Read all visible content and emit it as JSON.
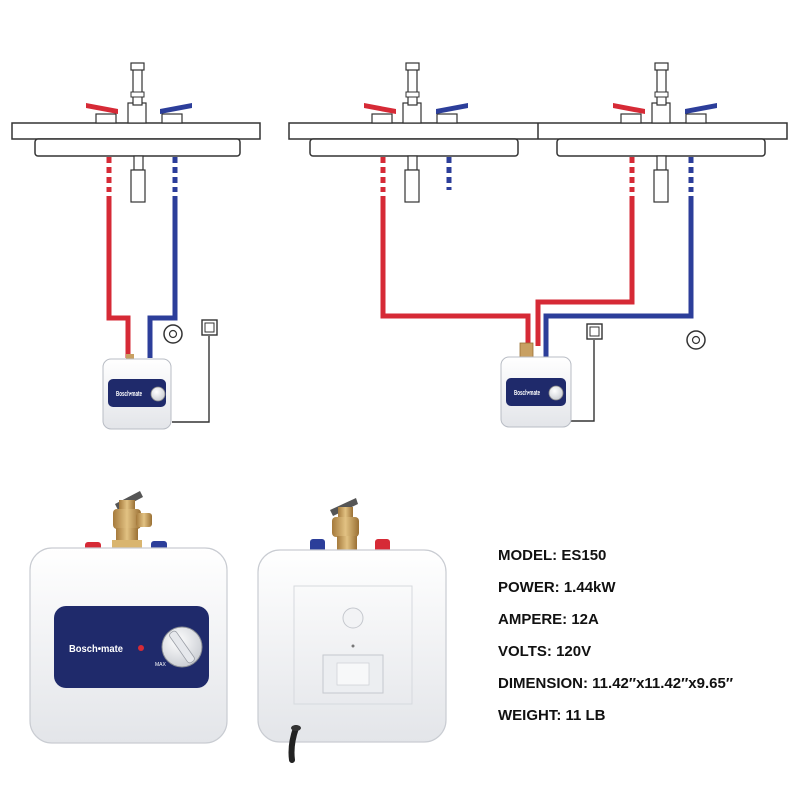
{
  "brand": {
    "logo_text": "Bosch•mate",
    "dial_label_max": "MAX"
  },
  "colors": {
    "hot": "#d62a36",
    "cold": "#2c3e9a",
    "panel": "#1f2a6b",
    "heater_body": "#f4f5f7",
    "brass": "#c8a062",
    "line": "#333333"
  },
  "icons": {
    "hot_valve": "red-knob-icon",
    "cold_valve": "blue-knob-icon",
    "outlet": "power-outlet-icon",
    "shutoff": "shutoff-valve-icon",
    "faucet": "faucet-icon"
  },
  "specs": [
    {
      "label": "MODEL:",
      "value": "ES150"
    },
    {
      "label": "POWER:",
      "value": "1.44kW"
    },
    {
      "label": "AMPERE:",
      "value": "12A"
    },
    {
      "label": "VOLTS:",
      "value": "120V"
    },
    {
      "label": "DIMENSION:",
      "value": "11.42″x11.42″x9.65″"
    },
    {
      "label": "WEIGHT:",
      "value": "11 LB"
    }
  ]
}
